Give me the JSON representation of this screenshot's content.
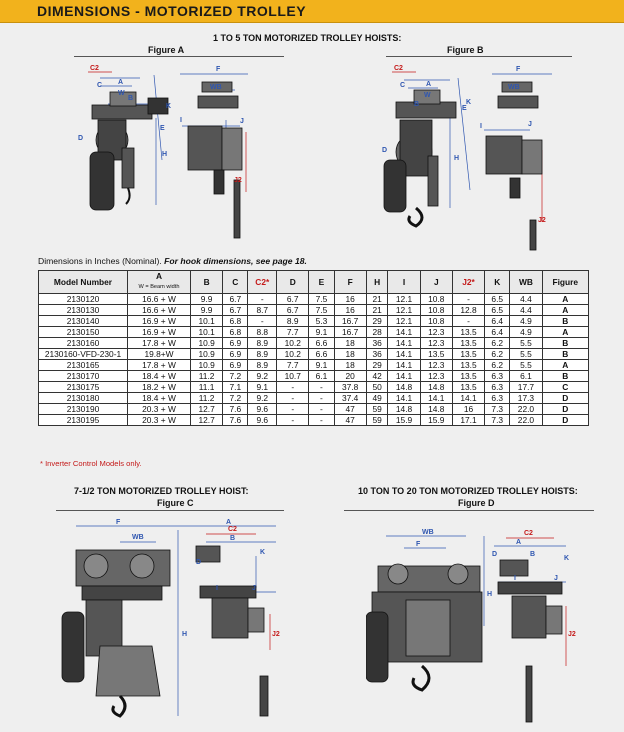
{
  "header": {
    "title": "DIMENSIONS - MOTORIZED TROLLEY"
  },
  "section_top": {
    "title": "1 TO 5 TON MOTORIZED TROLLEY HOISTS:",
    "figure_a": "Figure A",
    "figure_b": "Figure B"
  },
  "caption": {
    "normal": "Dimensions in Inches (Nominal).",
    "italic": "For hook dimensions, see page 18."
  },
  "table": {
    "headers": [
      "Model Number",
      "A",
      "B",
      "C",
      "C2*",
      "D",
      "E",
      "F",
      "H",
      "I",
      "J",
      "J2*",
      "K",
      "WB",
      "Figure"
    ],
    "a_subheader": "W = Beam width",
    "rows": [
      [
        "2130120",
        "16.6 + W",
        "9.9",
        "6.7",
        "-",
        "6.7",
        "7.5",
        "16",
        "21",
        "12.1",
        "10.8",
        "-",
        "6.5",
        "4.4",
        "A"
      ],
      [
        "2130130",
        "16.6 + W",
        "9.9",
        "6.7",
        "8.7",
        "6.7",
        "7.5",
        "16",
        "21",
        "12.1",
        "10.8",
        "12.8",
        "6.5",
        "4.4",
        "A"
      ],
      [
        "2130140",
        "16.9 + W",
        "10.1",
        "6.8",
        "-",
        "8.9",
        "5.3",
        "16.7",
        "29",
        "12.1",
        "10.8",
        "-",
        "6.4",
        "4.9",
        "B"
      ],
      [
        "2130150",
        "16.9 + W",
        "10.1",
        "6.8",
        "8.8",
        "7.7",
        "9.1",
        "16.7",
        "28",
        "14.1",
        "12.3",
        "13.5",
        "6.4",
        "4.9",
        "A"
      ],
      [
        "2130160",
        "17.8 + W",
        "10.9",
        "6.9",
        "8.9",
        "10.2",
        "6.6",
        "18",
        "36",
        "14.1",
        "12.3",
        "13.5",
        "6.2",
        "5.5",
        "B"
      ],
      [
        "2130160-VFD-230-1",
        "19.8+W",
        "10.9",
        "6.9",
        "8.9",
        "10.2",
        "6.6",
        "18",
        "36",
        "14.1",
        "13.5",
        "13.5",
        "6.2",
        "5.5",
        "B"
      ],
      [
        "2130165",
        "17.8 + W",
        "10.9",
        "6.9",
        "8.9",
        "7.7",
        "9.1",
        "18",
        "29",
        "14.1",
        "12.3",
        "13.5",
        "6.2",
        "5.5",
        "A"
      ],
      [
        "2130170",
        "18.4 + W",
        "11.2",
        "7.2",
        "9.2",
        "10.7",
        "6.1",
        "20",
        "42",
        "14.1",
        "12.3",
        "13.5",
        "6.3",
        "6.1",
        "B"
      ],
      [
        "2130175",
        "18.2 + W",
        "11.1",
        "7.1",
        "9.1",
        "-",
        "-",
        "37.8",
        "50",
        "14.8",
        "14.8",
        "13.5",
        "6.3",
        "17.7",
        "C"
      ],
      [
        "2130180",
        "18.4 + W",
        "11.2",
        "7.2",
        "9.2",
        "-",
        "-",
        "37.4",
        "49",
        "14.1",
        "14.1",
        "14.1",
        "6.3",
        "17.3",
        "D"
      ],
      [
        "2130190",
        "20.3 + W",
        "12.7",
        "7.6",
        "9.6",
        "-",
        "-",
        "47",
        "59",
        "14.8",
        "14.8",
        "16",
        "7.3",
        "22.0",
        "D"
      ],
      [
        "2130195",
        "20.3 + W",
        "12.7",
        "7.6",
        "9.6",
        "-",
        "-",
        "47",
        "59",
        "15.9",
        "15.9",
        "17.1",
        "7.3",
        "22.0",
        "D"
      ]
    ]
  },
  "note": "* Inverter Control Models only.",
  "section_c": {
    "title": "7-1/2 TON MOTORIZED TROLLEY HOIST:",
    "figure": "Figure C"
  },
  "section_d": {
    "title": "10 TON TO 20 TON MOTORIZED TROLLEY HOISTS:",
    "figure": "Figure D"
  },
  "dim_labels": {
    "c2": "C2",
    "c": "C",
    "a": "A",
    "w": "W",
    "b": "B",
    "d": "D",
    "e": "E",
    "f": "F",
    "h": "H",
    "i": "I",
    "j": "J",
    "j2": "J2",
    "k": "K",
    "wb": "WB"
  },
  "colors": {
    "banner": "#f2b21c",
    "accent_red": "#c41a1a",
    "dim_blue": "#2f56b0"
  }
}
